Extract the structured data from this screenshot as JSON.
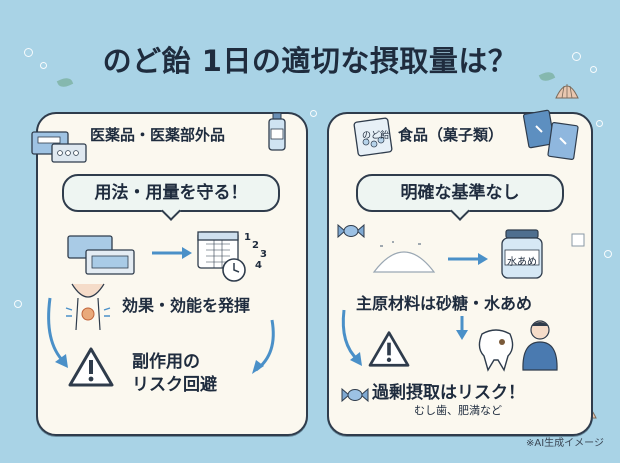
{
  "title": "のど飴 1日の適切な摂取量は？",
  "left": {
    "category": "医薬品・医薬部外品",
    "callout": "用法・用量を守る！",
    "effect": "効果・効能を発揮",
    "risk_line1": "副作用の",
    "risk_line2": "リスク回避",
    "clock_numbers": [
      "1",
      "2",
      "3",
      "4"
    ]
  },
  "right": {
    "category": "食品（菓子類）",
    "callout": "明確な基準なし",
    "package_label": "のど飴",
    "jar_label": "水あめ",
    "materials": "主原材料は砂糖・水あめ",
    "risk": "過剰摂取はリスク！",
    "risk_examples": "むし歯、肥満など"
  },
  "credit": "※AI生成イメージ",
  "colors": {
    "background": "#a9d3e6",
    "panel": "#fbf8ef",
    "accent": "#4a90c8",
    "ink": "#1f2c3e"
  }
}
